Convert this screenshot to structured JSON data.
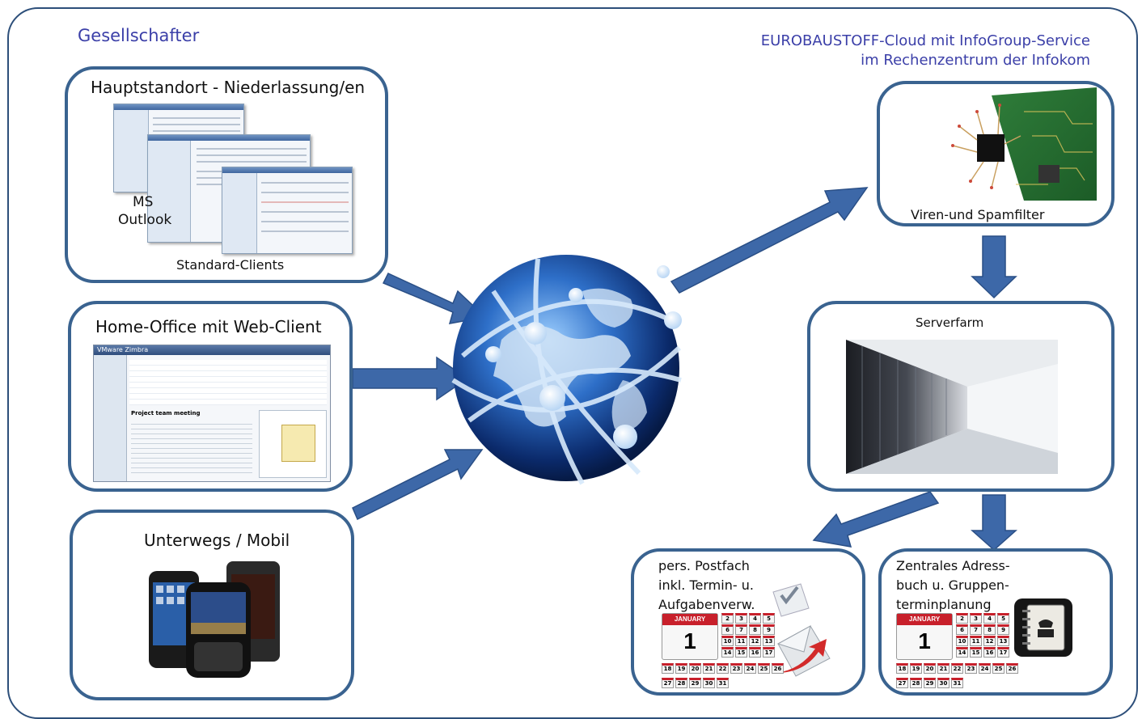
{
  "header": {
    "left_title": "Gesellschafter",
    "right_title_line1": "EUROBAUSTOFF-Cloud mit InfoGroup-Service",
    "right_title_line2": "im Rechenzentrum der Infokom"
  },
  "boxes": {
    "headquarters": {
      "title": "Hauptstandort  - Niederlassung/en",
      "app_line1": "MS",
      "app_line2": "Outlook",
      "caption": "Standard-Clients"
    },
    "home_office": {
      "title": "Home-Office mit Web-Client",
      "screen_title": "VMware Zimbra",
      "mail_subject": "Project team meeting"
    },
    "mobile": {
      "title": "Unterwegs / Mobil"
    },
    "filter": {
      "caption": "Viren-und Spamfilter"
    },
    "serverfarm": {
      "title": "Serverfarm"
    },
    "mailbox": {
      "line1": "pers. Postfach",
      "line2": "inkl. Termin- u.",
      "line3": "Aufgabenverw."
    },
    "addressbook": {
      "line1": "Zentrales Adress-",
      "line2": "buch u. Gruppen-",
      "line3": "terminplanung"
    }
  },
  "calendar": {
    "month": "JANUARY",
    "day": "1",
    "small_days": [
      "2",
      "3",
      "4",
      "5",
      "6",
      "7",
      "8",
      "9",
      "10",
      "11",
      "12",
      "13",
      "14",
      "15",
      "16",
      "17",
      "18",
      "19",
      "20",
      "21",
      "22",
      "23",
      "24",
      "25",
      "26",
      "27",
      "28",
      "29",
      "30",
      "31"
    ]
  },
  "colors": {
    "box_border": "#3a6390",
    "arrow": "#3d68a8",
    "header_text": "#3b3fa8",
    "calendar_red": "#c8202b"
  }
}
